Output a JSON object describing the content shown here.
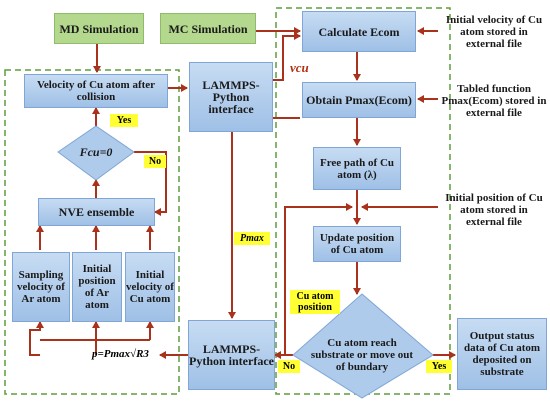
{
  "nodes": {
    "md_simulation": "MD Simulation",
    "mc_simulation": "MC Simulation",
    "calculate_ecom": "Calculate Ecom",
    "initial_velocity_file": "Initial  velocity of Cu atom stored in external file",
    "velocity_after_collision": "Velocity of Cu atom after collision",
    "lammps_python_top": "LAMMPS-Python interface",
    "obtain_pmax": "Obtain Pmax(Ecom)",
    "tabled_function_file": "Tabled function Pmax(Ecom) stored in external file",
    "fcu_zero": "Fcu=0",
    "free_path": "Free path of Cu atom (λ)",
    "nve_ensemble": "NVE ensemble",
    "initial_position_file": "Initial  position of Cu atom stored in external file",
    "update_position": "Update position of Cu atom",
    "sampling_velocity_ar": "Sampling velocity of Ar atom",
    "initial_position_ar": "Initial position of Ar atom",
    "initial_velocity_cu": "Initial velocity of Cu atom",
    "decision_reach_substrate": "Cu atom reach substrate or move out of bundary",
    "lammps_python_bottom": "LAMMPS-Python interface",
    "output_status": "Output status data of Cu atom deposited on substrate"
  },
  "labels": {
    "yes_top": "Yes",
    "no_fcu": "No",
    "vcu": "vcu",
    "pmax": "Pmax",
    "cu_atom_position": "Cu atom position",
    "no_bottom": "No",
    "yes_bottom": "Yes",
    "formula": "p=Pmax√R3"
  },
  "colors": {
    "arrow": "#a8321c",
    "dash_border": "#5f9e3c",
    "green_box": "#b3d88e",
    "blue_box": "#aecbec",
    "highlight": "#ffff33"
  }
}
